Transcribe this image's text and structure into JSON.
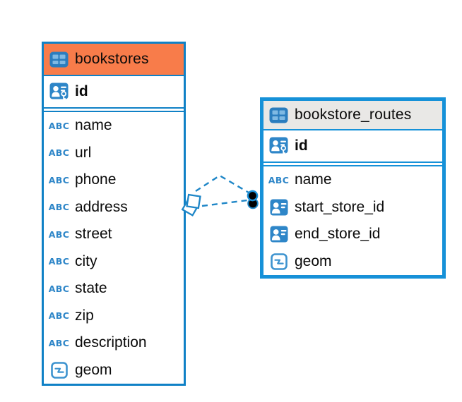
{
  "diagram": {
    "tables": [
      {
        "title": "bookstores",
        "header_color": "#f87c4a",
        "border_color": "#0f81c6",
        "primary_key": {
          "label": "id",
          "icon": "primary-key-icon"
        },
        "columns": [
          {
            "label": "name",
            "type": "text"
          },
          {
            "label": "url",
            "type": "text"
          },
          {
            "label": "phone",
            "type": "text"
          },
          {
            "label": "address",
            "type": "text"
          },
          {
            "label": "street",
            "type": "text"
          },
          {
            "label": "city",
            "type": "text"
          },
          {
            "label": "state",
            "type": "text"
          },
          {
            "label": "zip",
            "type": "text"
          },
          {
            "label": "description",
            "type": "text"
          },
          {
            "label": "geom",
            "type": "geometry"
          }
        ]
      },
      {
        "title": "bookstore_routes",
        "header_color": "#e9e8e6",
        "border_color": "#1691d8",
        "selected": true,
        "primary_key": {
          "label": "id",
          "icon": "primary-key-icon"
        },
        "columns": [
          {
            "label": "name",
            "type": "text"
          },
          {
            "label": "start_store_id",
            "type": "reference"
          },
          {
            "label": "end_store_id",
            "type": "reference"
          },
          {
            "label": "geom",
            "type": "geometry"
          }
        ]
      }
    ],
    "relationships": [
      {
        "between": [
          "bookstores",
          "bookstore_routes"
        ],
        "line_style": "dashed",
        "left_marker": "diamond",
        "right_marker": "dot"
      },
      {
        "between": [
          "bookstores",
          "bookstore_routes"
        ],
        "line_style": "dashed",
        "left_marker": "diamond",
        "right_marker": "dot"
      }
    ]
  },
  "icons": {
    "text_label": "ABC",
    "table_icon": "table-grid",
    "primary_key_icon": "person-card-with-key",
    "reference_icon": "person-card",
    "geometry_icon": "polyline-box"
  },
  "colors": {
    "accent_blue": "#1e86c7",
    "table_border_blue": "#0f81c6",
    "selected_border_blue": "#1691d8",
    "header_orange": "#f87c4a",
    "header_gray": "#e9e8e6",
    "icon_blue_fill": "#2e86c8",
    "icon_cell_light_blue": "#7fb9e3",
    "relationship_dot_black": "#000000",
    "text_color": "#0a0a0a"
  }
}
